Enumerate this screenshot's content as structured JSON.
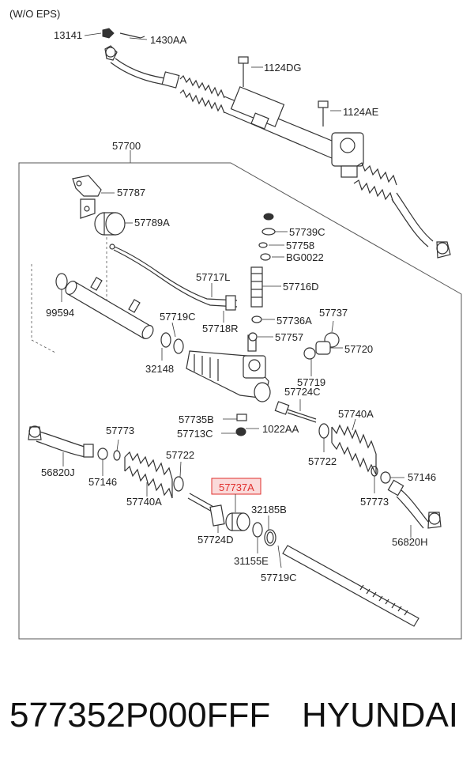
{
  "diagram": {
    "variant_note": "(W/O EPS)",
    "highlight_color": "#e0302e",
    "labels": [
      {
        "id": "13141",
        "text": "13141"
      },
      {
        "id": "1430AA",
        "text": "1430AA"
      },
      {
        "id": "1124DG",
        "text": "1124DG"
      },
      {
        "id": "1124AE",
        "text": "1124AE"
      },
      {
        "id": "57700",
        "text": "57700"
      },
      {
        "id": "57787",
        "text": "57787"
      },
      {
        "id": "57789A",
        "text": "57789A"
      },
      {
        "id": "57739C",
        "text": "57739C"
      },
      {
        "id": "57758",
        "text": "57758"
      },
      {
        "id": "BG0022",
        "text": "BG0022"
      },
      {
        "id": "57717L",
        "text": "57717L"
      },
      {
        "id": "57716D",
        "text": "57716D"
      },
      {
        "id": "99594",
        "text": "99594"
      },
      {
        "id": "57719C-top",
        "text": "57719C"
      },
      {
        "id": "57718R",
        "text": "57718R"
      },
      {
        "id": "57736A",
        "text": "57736A"
      },
      {
        "id": "57737",
        "text": "57737"
      },
      {
        "id": "57757",
        "text": "57757"
      },
      {
        "id": "57720",
        "text": "57720"
      },
      {
        "id": "32148",
        "text": "32148"
      },
      {
        "id": "57719",
        "text": "57719"
      },
      {
        "id": "57724C",
        "text": "57724C"
      },
      {
        "id": "57740A-right",
        "text": "57740A"
      },
      {
        "id": "57735B",
        "text": "57735B"
      },
      {
        "id": "57713C",
        "text": "57713C"
      },
      {
        "id": "1022AA",
        "text": "1022AA"
      },
      {
        "id": "57773-left",
        "text": "57773"
      },
      {
        "id": "57722-left",
        "text": "57722"
      },
      {
        "id": "57722-right",
        "text": "57722"
      },
      {
        "id": "56820J",
        "text": "56820J"
      },
      {
        "id": "57146-left",
        "text": "57146"
      },
      {
        "id": "57146-right",
        "text": "57146"
      },
      {
        "id": "57737A",
        "text": "57737A",
        "highlighted": true
      },
      {
        "id": "57740A-left",
        "text": "57740A"
      },
      {
        "id": "32185B",
        "text": "32185B"
      },
      {
        "id": "57773-right",
        "text": "57773"
      },
      {
        "id": "57724D",
        "text": "57724D"
      },
      {
        "id": "56820H",
        "text": "56820H"
      },
      {
        "id": "31155E",
        "text": "31155E"
      },
      {
        "id": "57719C-bottom",
        "text": "57719C"
      }
    ]
  },
  "footer": {
    "part_number": "577352P000FFF",
    "brand": "HYUNDAI"
  }
}
